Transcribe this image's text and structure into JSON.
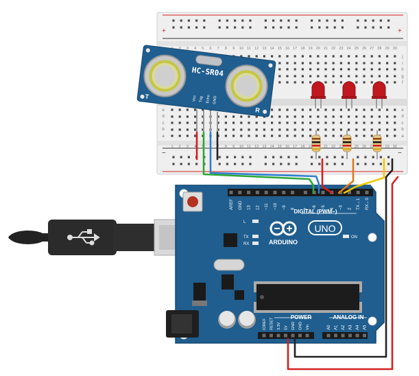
{
  "breadboard": {
    "row_letters_top": [
      "a",
      "b",
      "c",
      "d",
      "e"
    ],
    "row_letters_bottom": [
      "f",
      "g",
      "h",
      "i",
      "j"
    ],
    "column_numbers": [
      "1",
      "2",
      "3",
      "4",
      "5",
      "6",
      "7",
      "8",
      "9",
      "10",
      "11",
      "12",
      "13",
      "14",
      "15",
      "16",
      "17",
      "18",
      "19",
      "20",
      "21",
      "22",
      "23",
      "24",
      "25",
      "26",
      "27",
      "28",
      "29",
      "30"
    ],
    "rail_plus": "+",
    "rail_minus": "−"
  },
  "sensor": {
    "model": "HC-SR04",
    "pins": [
      "Vcc",
      "Trig",
      "Echo",
      "GND"
    ],
    "left_mark": "T",
    "right_mark": "R"
  },
  "arduino": {
    "brand": "ARDUINO",
    "model": "UNO",
    "digital_header_label": "DIGITAL (PWM~)",
    "digital_pins": [
      "AREF",
      "GND",
      "13",
      "12",
      "~11",
      "~10",
      "~9",
      "8",
      "7",
      "~6",
      "~5",
      "4",
      "~3",
      "2",
      "TX→1",
      "RX←0"
    ],
    "power_label": "POWER",
    "power_pins": [
      "IOREF",
      "RESET",
      "3.3V",
      "5V",
      "GND",
      "GND",
      "Vin"
    ],
    "analog_label": "ANALOG IN",
    "analog_pins": [
      "A0",
      "A1",
      "A2",
      "A3",
      "A4",
      "A5"
    ],
    "leds": [
      "L",
      "TX",
      "RX"
    ],
    "on_label": "ON"
  },
  "colors": {
    "board": "#1f5e8f",
    "breadboard": "#efefef",
    "wire_red": "#d42020",
    "wire_black": "#222222",
    "wire_green": "#2ea83a",
    "wire_blue": "#2e7fd0",
    "wire_orange": "#e07818",
    "wire_yellow": "#f0c800",
    "led": "#c0181e"
  }
}
